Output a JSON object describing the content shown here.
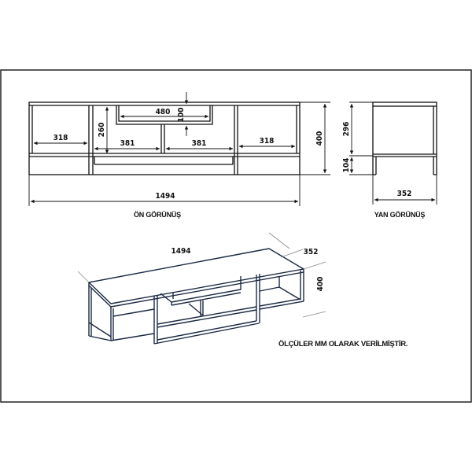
{
  "drawing": {
    "front_view": {
      "title": "ÖN GÖRÜNÜŞ",
      "dimensions": {
        "overall_width": "1494",
        "overall_height": "400",
        "left_compartment_width": "318",
        "right_compartment_width": "318",
        "middle_left_width": "381",
        "middle_right_width": "381",
        "upper_shelf_width": "480",
        "upper_shelf_height": "100",
        "inner_height": "260"
      }
    },
    "side_view": {
      "title": "YAN GÖRÜNÜŞ",
      "dimensions": {
        "depth": "352",
        "upper_height": "296",
        "leg_height": "104"
      }
    },
    "perspective_view": {
      "dimensions": {
        "width": "1494",
        "depth": "352",
        "height": "400"
      }
    },
    "note": "ÖLÇÜLER MM OLARAK VERİLMİŞTİR.",
    "colors": {
      "line": "#111111",
      "perspective_line": "#1c2a44",
      "leader_line": "#888888",
      "background": "#ffffff"
    }
  }
}
